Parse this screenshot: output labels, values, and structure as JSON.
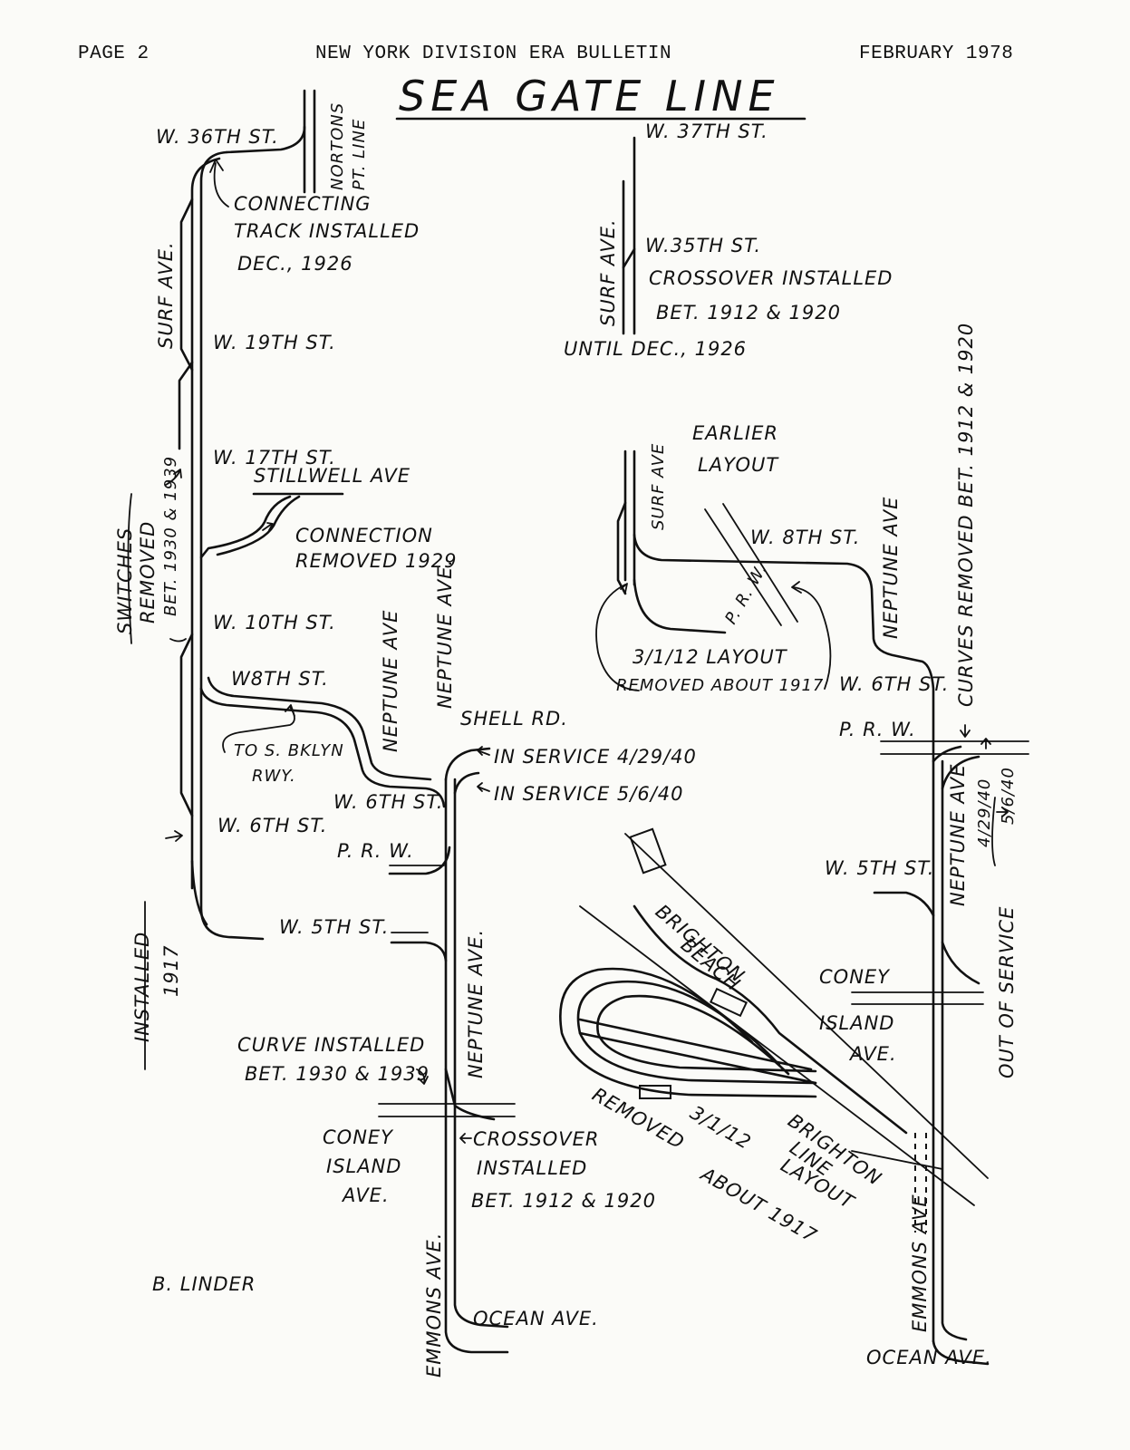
{
  "header": {
    "page": "PAGE 2",
    "publication": "NEW YORK DIVISION ERA BULLETIN",
    "date": "FEBRUARY 1978"
  },
  "title": "SEA GATE LINE",
  "labels": {
    "w36": "W. 36TH ST.",
    "nortons_1": "NORTONS",
    "nortons_2": "PT. LINE",
    "w37": "W. 37TH ST.",
    "connecting_1": "CONNECTING",
    "connecting_2": "TRACK INSTALLED",
    "connecting_3": "DEC., 1926",
    "surf_ave_left": "SURF AVE.",
    "w19": "W. 19TH ST.",
    "surf_ave_inset": "SURF AVE.",
    "w35": "W.35TH ST.",
    "crossover_top_1": "CROSSOVER INSTALLED",
    "crossover_top_2": "BET. 1912 & 1920",
    "until_dec": "UNTIL DEC., 1926",
    "earlier_1": "EARLIER",
    "earlier_2": "LAYOUT",
    "surf_ave_early": "SURF AVE",
    "w17": "W. 17TH ST.",
    "stillwell": "STILLWELL AVE",
    "connection_1": "CONNECTION",
    "connection_2": "REMOVED 1929",
    "w8_early": "W. 8TH ST.",
    "neptune_early": "NEPTUNE AVE",
    "curves_removed": "CURVES REMOVED BET. 1912 & 1920",
    "switches_1": "SWITCHES",
    "switches_2": "REMOVED",
    "switches_3": "BET. 1930 & 1939",
    "w10": "W. 10TH ST.",
    "prw_early": "P. R. W.",
    "layout_1912_1": "3/1/12 LAYOUT",
    "layout_1912_2": "REMOVED ABOUT 1917",
    "w6_early": "W. 6TH ST.",
    "neptune_a": "NEPTUNE AVE",
    "neptune_b": "NEPTUNE AVE.",
    "w8": "W8TH ST.",
    "shell_rd": "SHELL RD.",
    "to_sbklyn_1": "TO S. BKLYN",
    "to_sbklyn_2": "RWY.",
    "in_service_1": "IN SERVICE 4/29/40",
    "in_service_2": "IN SERVICE 5/6/40",
    "prw_right": "P. R. W.",
    "w6_mid": "W. 6TH ST.",
    "w6_left": "W. 6TH ST.",
    "prw_mid": "P. R. W.",
    "neptune_right": "NEPTUNE AVE",
    "date_a": "4/29/40",
    "date_b": "5/6/40",
    "out_of_service": "OUT OF SERVICE",
    "w5_right": "W. 5TH ST.",
    "installed_1": "INSTALLED",
    "installed_2": "1917",
    "w5_mid": "W. 5TH ST.",
    "neptune_lower": "NEPTUNE AVE.",
    "brighton_beach_1": "BRIGHTON",
    "brighton_beach_2": "BEACH",
    "coney_right_1": "CONEY",
    "coney_right_2": "ISLAND",
    "coney_right_3": "AVE.",
    "curve_installed_1": "CURVE INSTALLED",
    "curve_installed_2": "BET. 1930 & 1939",
    "coney_left_1": "CONEY",
    "coney_left_2": "ISLAND",
    "coney_left_3": "AVE.",
    "crossover_low_1": "CROSSOVER",
    "crossover_low_2": "INSTALLED",
    "crossover_low_3": "BET. 1912 & 1920",
    "removed_1917_1": "3/1/12",
    "removed_1917_2": "REMOVED",
    "removed_1917_3": "LAYOUT",
    "removed_1917_4": "ABOUT 1917",
    "brighton_line_1": "BRIGHTON",
    "brighton_line_2": "LINE",
    "emmons_right": "EMMONS AVE",
    "emmons_mid": "EMMONS AVE.",
    "b_linder": "B. LINDER",
    "ocean_mid": "OCEAN AVE.",
    "ocean_right": "OCEAN AVE."
  }
}
